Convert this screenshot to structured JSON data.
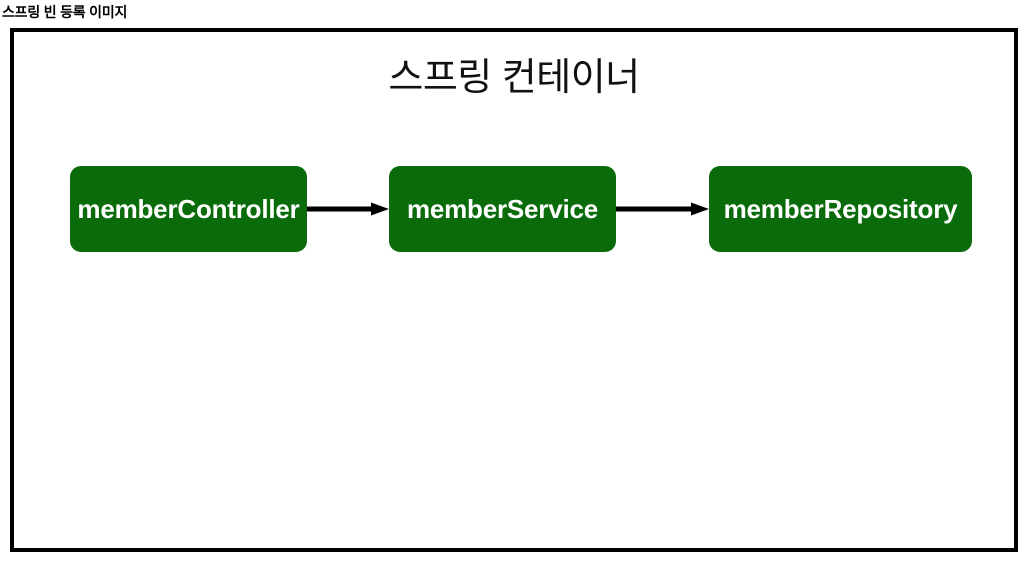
{
  "caption": {
    "text": "스프링 빈 등록 이미지"
  },
  "diagram": {
    "title": "스프링 컨테이너",
    "node_color": "#0a6b0a",
    "node_text_color": "#ffffff",
    "border_color": "#000000",
    "arrow_color": "#000000",
    "nodes": [
      {
        "id": "member-controller",
        "label": "memberController"
      },
      {
        "id": "member-service",
        "label": "memberService"
      },
      {
        "id": "member-repository",
        "label": "memberRepository"
      }
    ],
    "edges": [
      {
        "from": "memberController",
        "to": "memberService",
        "style": "solid-arrow"
      },
      {
        "from": "memberService",
        "to": "memberRepository",
        "style": "solid-arrow"
      }
    ]
  }
}
